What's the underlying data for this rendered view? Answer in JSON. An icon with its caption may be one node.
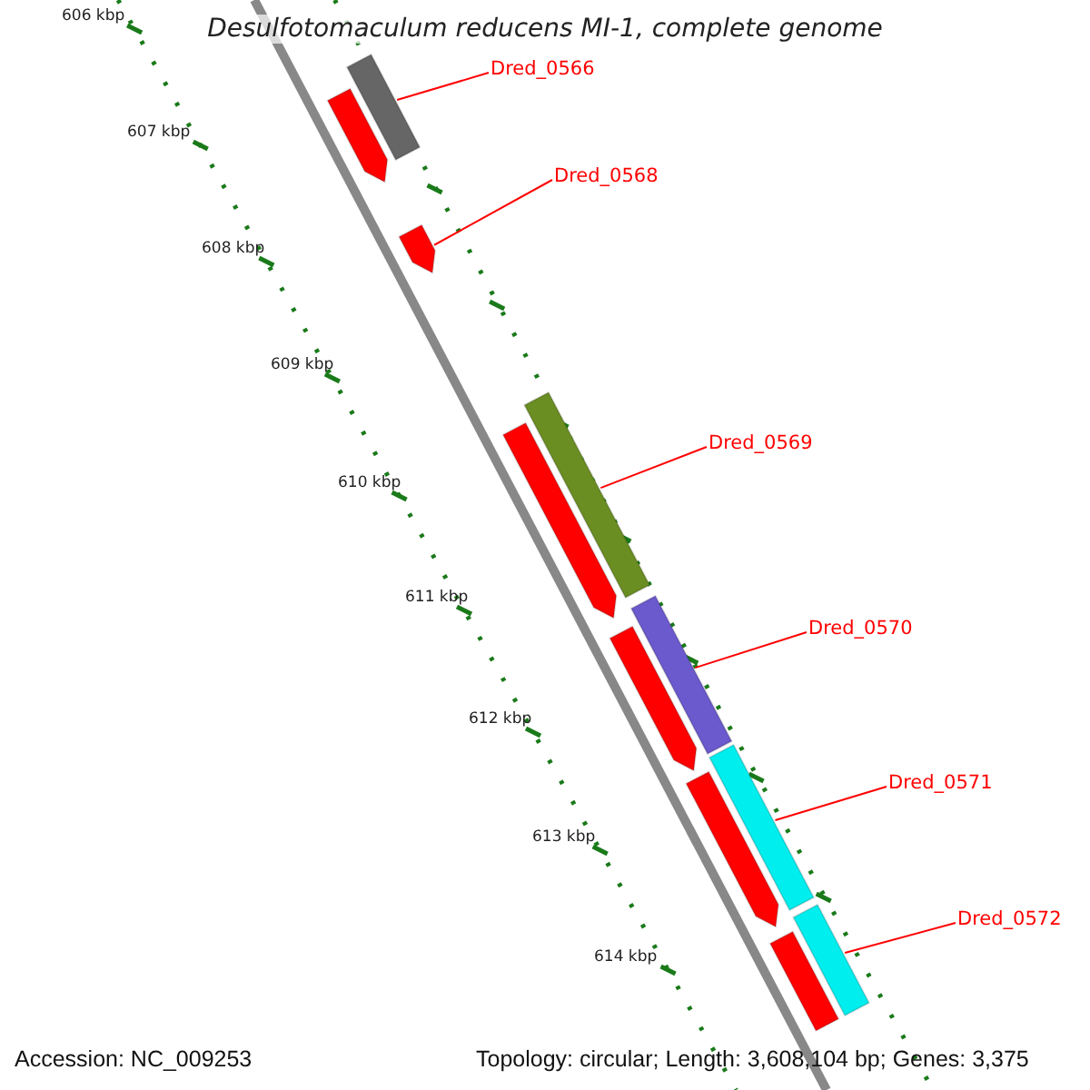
{
  "diagram": {
    "title": "Desulfotomaculum reducens MI-1, complete genome",
    "nodes": [
      {
        "text": [
          "Dred_0566"
        ]
      },
      {
        "text": [
          "Dred_0568"
        ]
      },
      {
        "text": [
          "Dred_0569"
        ]
      },
      {
        "text": [
          "Dred_0570"
        ]
      },
      {
        "text": [
          "Dred_0571"
        ]
      },
      {
        "text": [
          "Dred_0572"
        ]
      },
      {
        "text": [],
        "shape": "bar"
      },
      {
        "text": [],
        "shape": "arrow"
      },
      {
        "text": [],
        "shape": "arrow"
      },
      {
        "text": [],
        "shape": "bar"
      },
      {
        "text": [],
        "shape": "arrow"
      },
      {
        "text": [],
        "shape": "bar"
      },
      {
        "text": [],
        "shape": "arrow"
      },
      {
        "text": [],
        "shape": "bar"
      },
      {
        "text": [],
        "shape": "arrow"
      },
      {
        "text": [],
        "shape": "bar"
      },
      {
        "text": [],
        "shape": "arrow"
      }
    ],
    "edges": [
      {
        "from": 0,
        "to": 6,
        "arrow": "none"
      },
      {
        "from": 1,
        "to": 8,
        "arrow": "none"
      },
      {
        "from": 2,
        "to": 9,
        "arrow": "none"
      },
      {
        "from": 3,
        "to": 11,
        "arrow": "none"
      },
      {
        "from": 4,
        "to": 13,
        "arrow": "none"
      },
      {
        "from": 5,
        "to": 15,
        "arrow": "none"
      }
    ],
    "labels": [
      "606 kbp",
      "607 kbp",
      "608 kbp",
      "609 kbp",
      "610 kbp",
      "611 kbp",
      "612 kbp",
      "613 kbp",
      "614 kbp",
      "Accession: NC_009253",
      "Topology: circular; Length: 3,608,104 bp; Genes: 3,375"
    ]
  }
}
